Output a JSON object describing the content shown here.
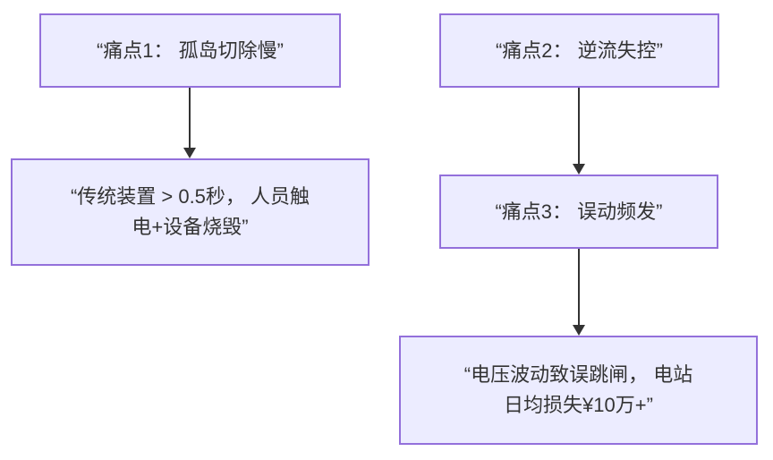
{
  "diagram": {
    "type": "flowchart",
    "direction": "top-down",
    "theme": {
      "background": "#ffffff",
      "node_fill": "#ECECFF",
      "node_border": "#9370DB",
      "node_text_color": "#333333",
      "arrow_color": "#333333"
    },
    "nodes": [
      {
        "id": "pain-point-1",
        "column": "left",
        "text": "“痛点1： 孤岛切除慢”"
      },
      {
        "id": "pain-point-1-consequence",
        "column": "left",
        "text": "“传统装置 > 0.5秒， 人员触\n电+设备烧毁”"
      },
      {
        "id": "pain-point-2",
        "column": "right",
        "text": "“痛点2： 逆流失控”"
      },
      {
        "id": "pain-point-3",
        "column": "right",
        "text": "“痛点3： 误动频发”"
      },
      {
        "id": "pain-point-3-consequence",
        "column": "right",
        "text": "“电压波动致误跳闸， 电站\n日均损失¥10万+”"
      }
    ],
    "edges": [
      {
        "from": "pain-point-1",
        "to": "pain-point-1-consequence"
      },
      {
        "from": "pain-point-2",
        "to": "pain-point-3"
      },
      {
        "from": "pain-point-3",
        "to": "pain-point-3-consequence"
      }
    ]
  }
}
